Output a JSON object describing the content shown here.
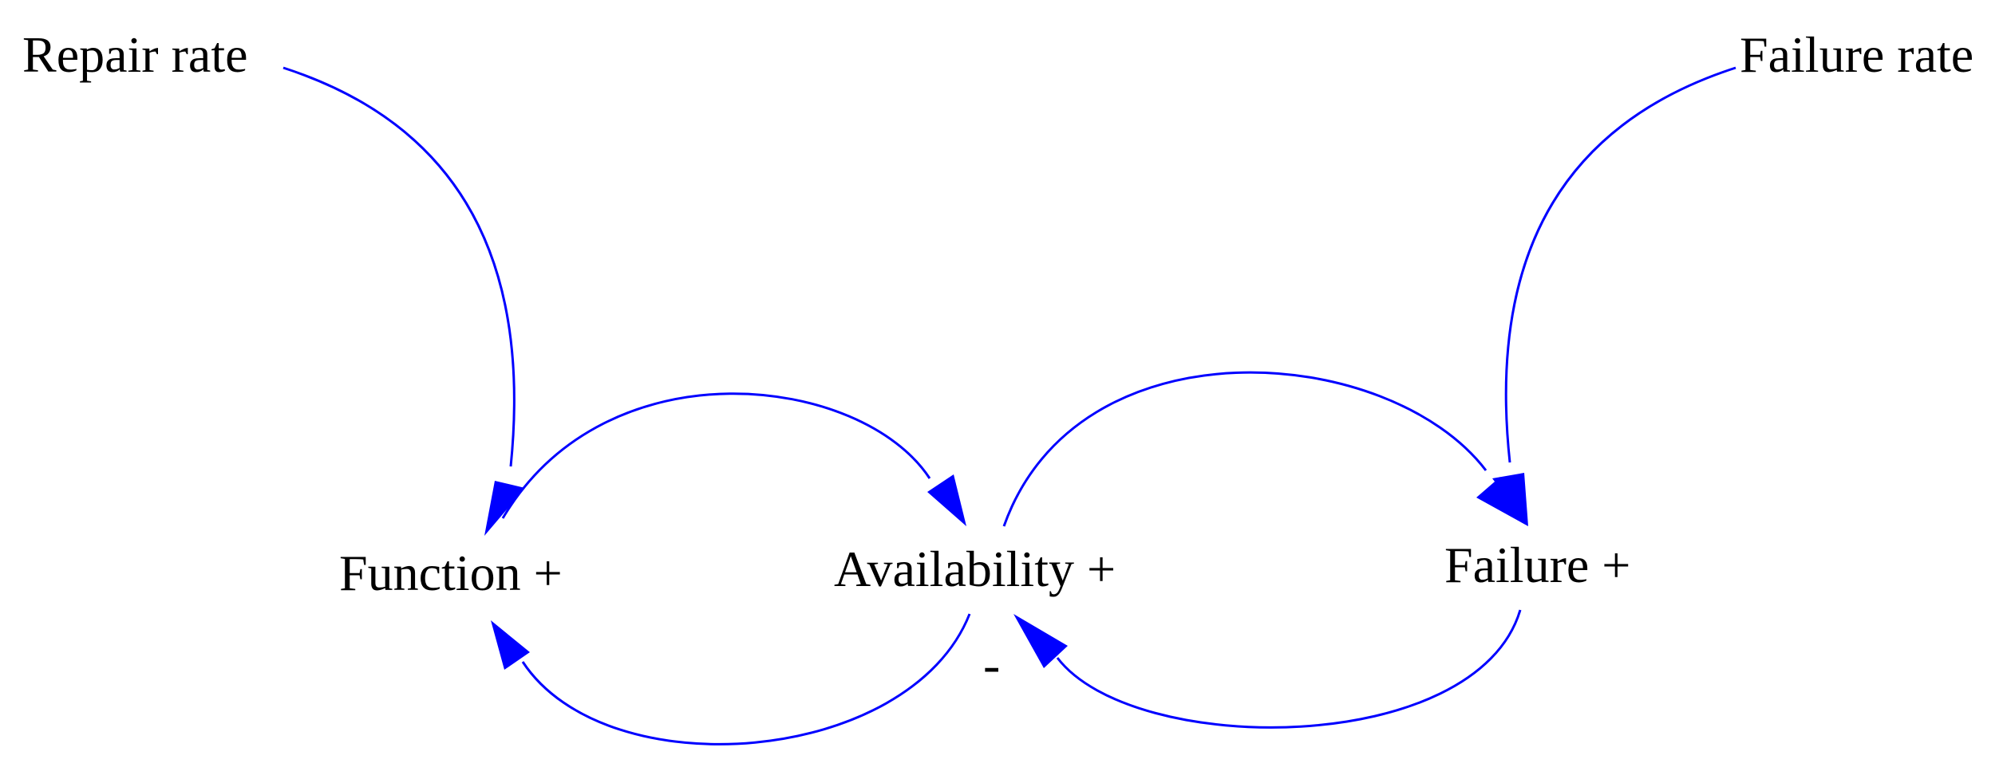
{
  "diagram": {
    "nodes": {
      "repair_rate": "Repair rate",
      "failure_rate": "Failure rate",
      "function": "Function +",
      "availability": "Availability +",
      "failure": "Failure +"
    },
    "polarity_minus": "-",
    "colors": {
      "link": "#0000ff",
      "text": "#000000",
      "background": "#ffffff"
    },
    "links": [
      {
        "from": "repair_rate",
        "to": "function"
      },
      {
        "from": "failure_rate",
        "to": "failure"
      },
      {
        "from": "function",
        "to": "availability"
      },
      {
        "from": "availability",
        "to": "function"
      },
      {
        "from": "availability",
        "to": "failure"
      },
      {
        "from": "failure",
        "to": "availability"
      }
    ]
  }
}
